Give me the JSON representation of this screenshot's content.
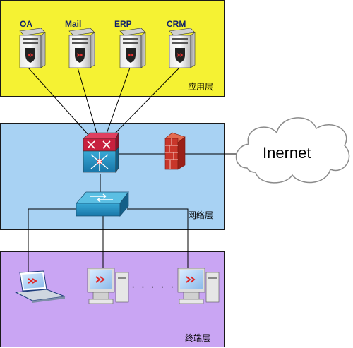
{
  "colors": {
    "app_layer": "#f5f233",
    "network_layer": "#a8d2f3",
    "terminal_layer": "#c9a5f3",
    "server_label": "#0f1f6b",
    "line": "#000000"
  },
  "layers": {
    "application": "应用层",
    "network": "网络层",
    "terminal": "终端层"
  },
  "servers": [
    {
      "label": "OA",
      "icon": "server-icon"
    },
    {
      "label": "Mail",
      "icon": "server-icon"
    },
    {
      "label": "ERP",
      "icon": "server-icon"
    },
    {
      "label": "CRM",
      "icon": "server-icon"
    }
  ],
  "network": {
    "core_switch": "layer3-switch-icon",
    "firewall": "firewall-icon",
    "access_switch": "switch-icon",
    "cloud_label": "Inernet"
  },
  "terminals": {
    "laptop": "laptop-icon",
    "desktop": "desktop-icon",
    "ellipsis": "· · ·  · ·"
  }
}
